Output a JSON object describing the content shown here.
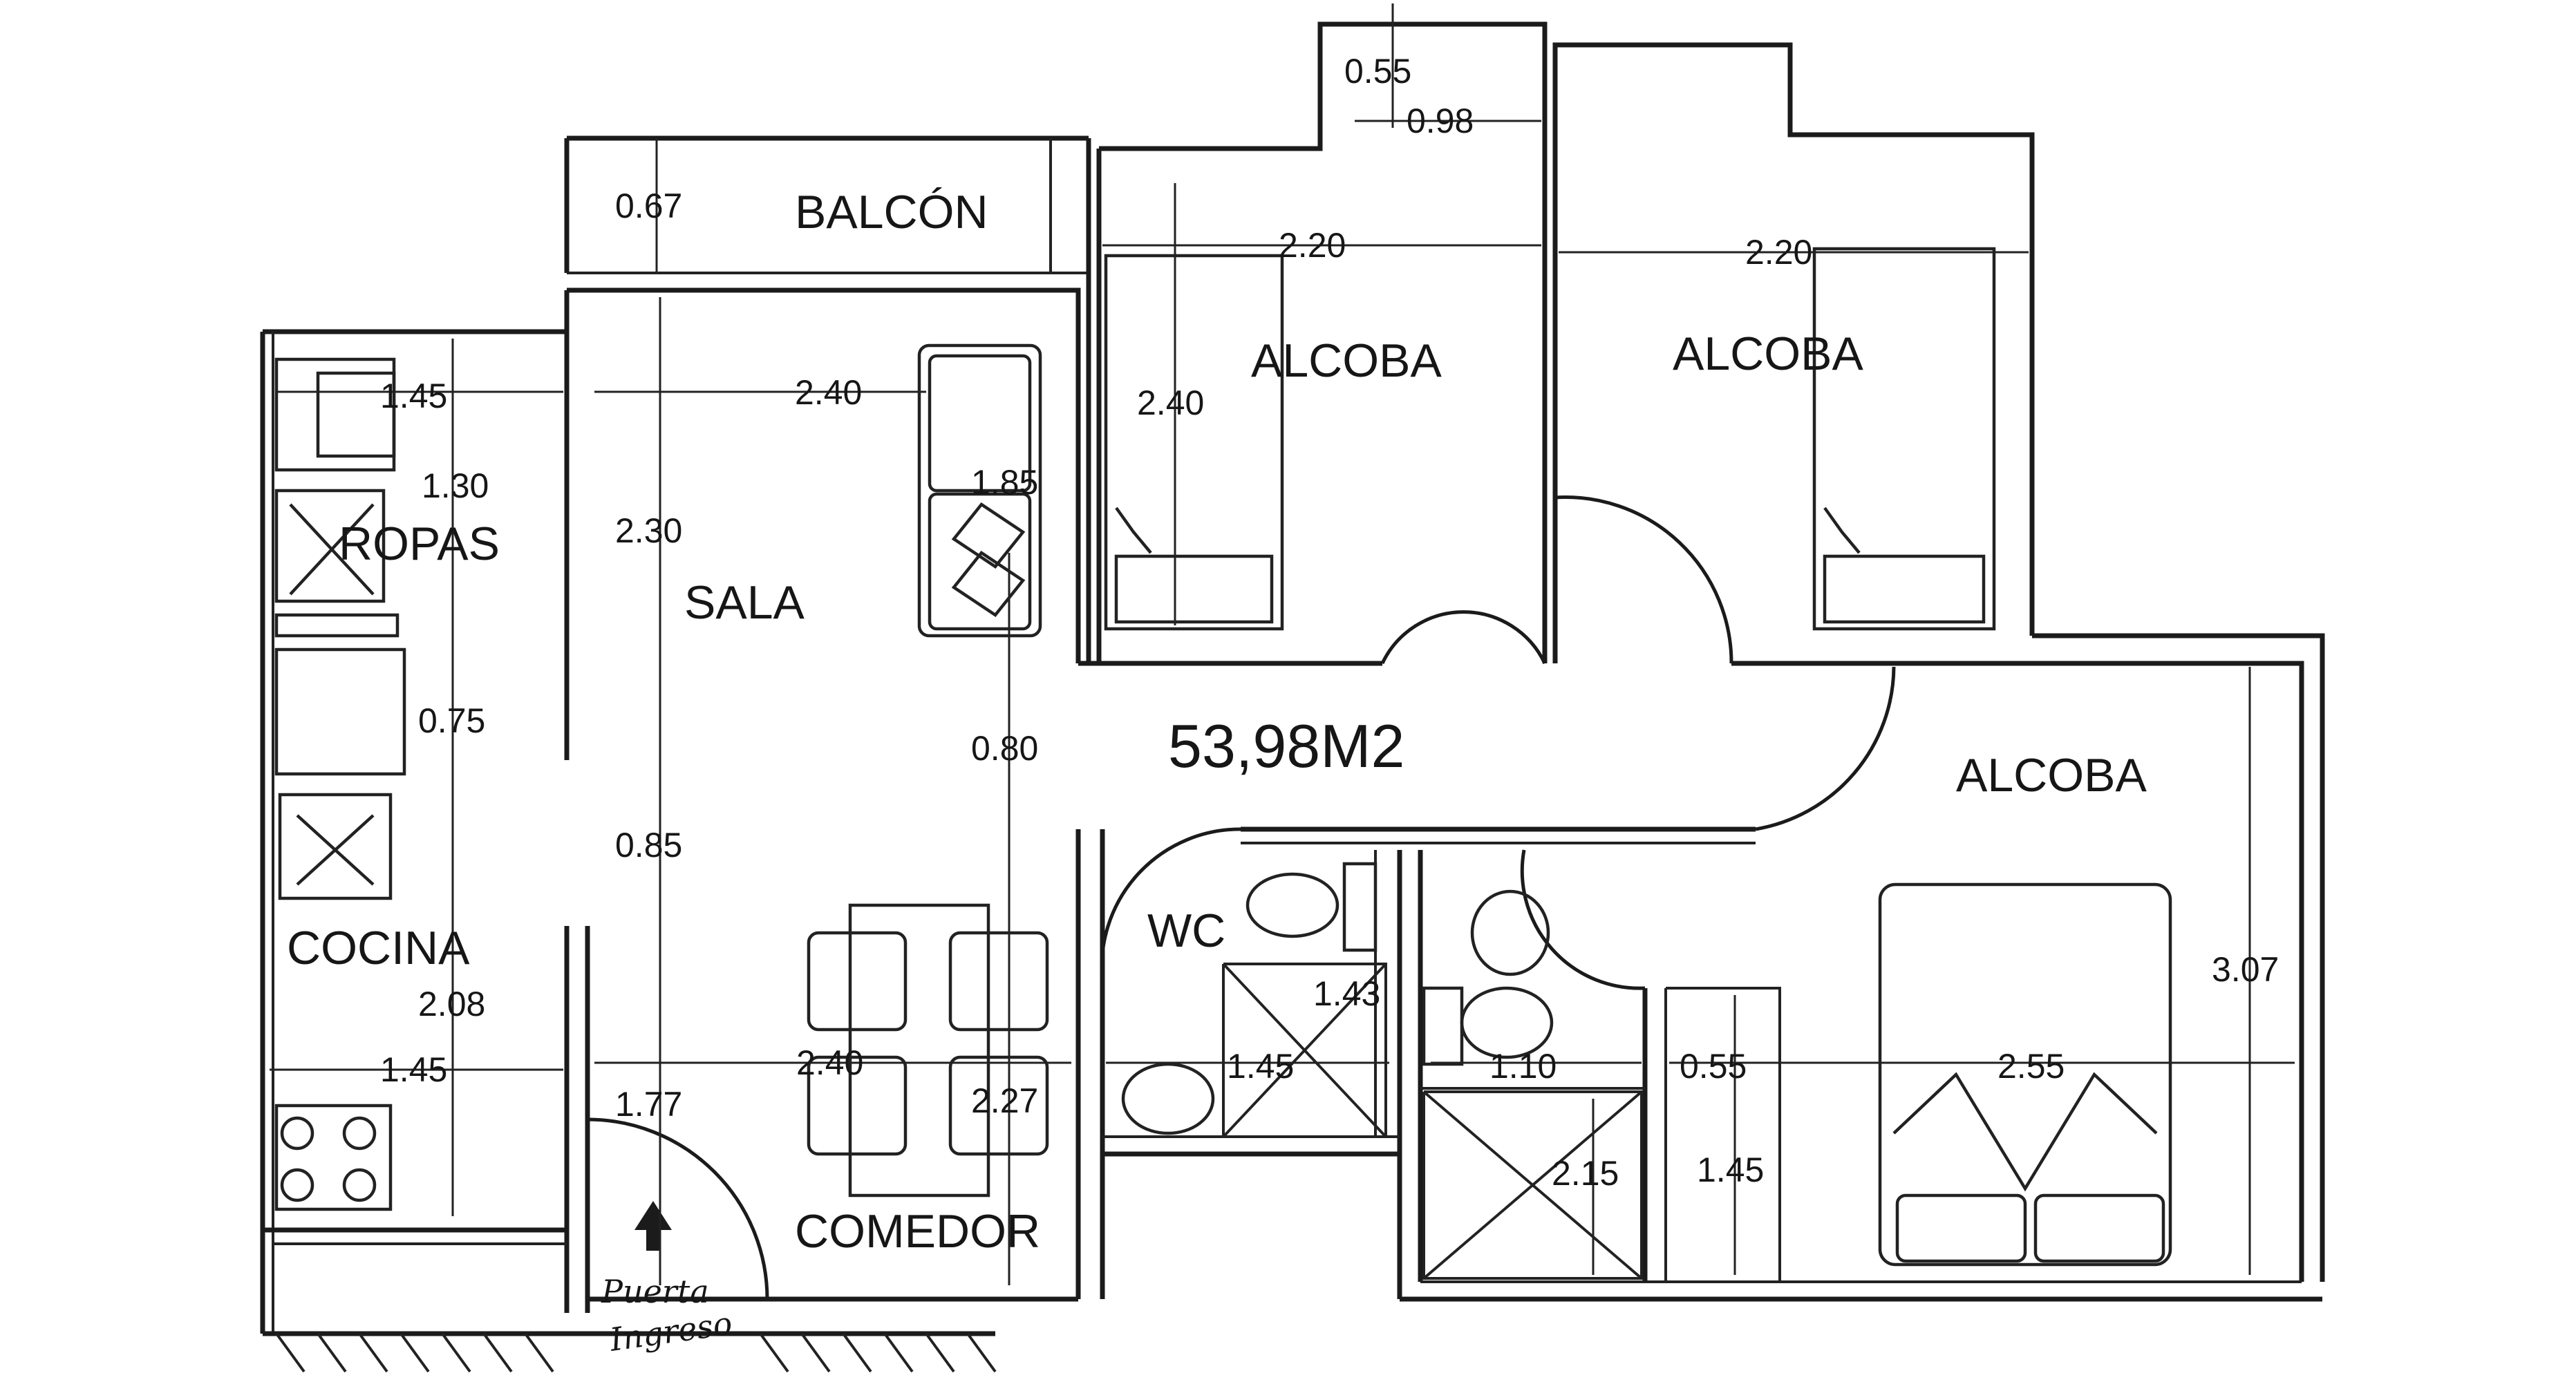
{
  "title": "",
  "total_area": "53,98M2",
  "rooms": {
    "balcon": "BALCÓN",
    "alcoba_1": "ALCOBA",
    "alcoba_2": "ALCOBA",
    "alcoba_3": "ALCOBA",
    "ropas": "ROPAS",
    "sala": "SALA",
    "cocina": "COCINA",
    "wc": "WC",
    "comedor": "COMEDOR"
  },
  "entrance": {
    "line_1": "Puerta",
    "line_2": "Ingreso"
  },
  "dimensions": {
    "d_0_55_top": "0.55",
    "d_0_98": "0.98",
    "d_0_67": "0.67",
    "d_2_20_a": "2.20",
    "d_2_20_b": "2.20",
    "d_1_45_ropas": "1.45",
    "d_2_40_sala": "2.40",
    "d_2_40_alcoba": "2.40",
    "d_1_85": "1.85",
    "d_1_30": "1.30",
    "d_2_30": "2.30",
    "d_0_75": "0.75",
    "d_0_80": "0.80",
    "d_0_85": "0.85",
    "d_2_08": "2.08",
    "d_1_45_cocina": "1.45",
    "d_2_40_comedor": "2.40",
    "d_2_27": "2.27",
    "d_1_77": "1.77",
    "d_1_43": "1.43",
    "d_1_45_wc": "1.45",
    "d_1_10": "1.10",
    "d_0_55_bath": "0.55",
    "d_2_55": "2.55",
    "d_3_07": "3.07",
    "d_2_15": "2.15",
    "d_1_45_closet": "1.45"
  }
}
